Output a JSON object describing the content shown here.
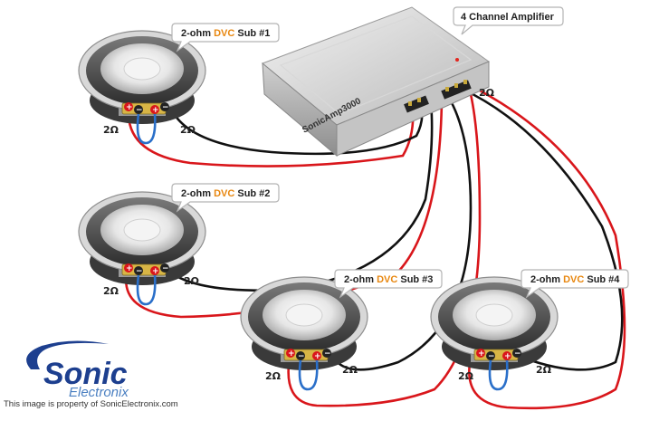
{
  "amplifier": {
    "callout_label": "4 Channel Amplifier",
    "model": "SonicAmp3000",
    "load": "2Ω"
  },
  "subs": [
    {
      "prefix": "2-ohm ",
      "highlight": "DVC",
      "suffix": " Sub #1",
      "coil_left": "2Ω",
      "coil_right": "2Ω"
    },
    {
      "prefix": "2-ohm ",
      "highlight": "DVC",
      "suffix": " Sub #2",
      "coil_left": "2Ω",
      "coil_right": "2Ω"
    },
    {
      "prefix": "2-ohm ",
      "highlight": "DVC",
      "suffix": " Sub #3",
      "coil_left": "2Ω",
      "coil_right": "2Ω"
    },
    {
      "prefix": "2-ohm ",
      "highlight": "DVC",
      "suffix": " Sub #4",
      "coil_left": "2Ω",
      "coil_right": "2Ω"
    }
  ],
  "terminals": {
    "positive": "+",
    "negative": "−"
  },
  "logo": {
    "wordmark": "Sonic",
    "sub": "Electronix",
    "symbol": "swoosh-logo"
  },
  "credit": "This image is property of SonicElectronix.com",
  "colors": {
    "positive_wire": "#d9161b",
    "negative_wire": "#111111",
    "coil_jumper": "#2a6fc9",
    "accent_dvc": "#e8870f",
    "brand_blue": "#1d3f8f"
  }
}
